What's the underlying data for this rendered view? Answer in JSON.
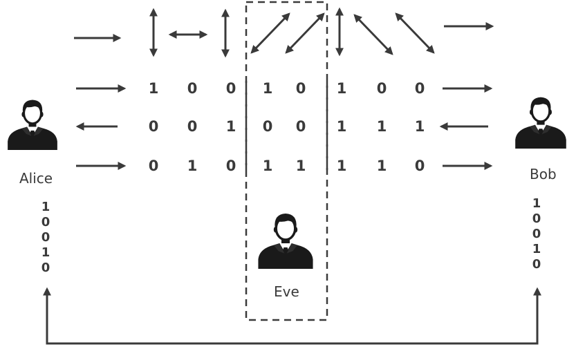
{
  "parties": {
    "alice": "Alice",
    "bob": "Bob",
    "eve": "Eve"
  },
  "photon_bases": [
    "rightward",
    "vertical",
    "horizontal",
    "vertical",
    "diagonal-up",
    "diagonal-up",
    "vertical",
    "diagonal-down",
    "diagonal-down",
    "rightward"
  ],
  "rows": [
    {
      "direction": "right",
      "bits": [
        "1",
        "0",
        "0",
        "1",
        "0",
        "1",
        "0",
        "0"
      ]
    },
    {
      "direction": "left",
      "bits": [
        "0",
        "0",
        "1",
        "0",
        "0",
        "1",
        "1",
        "1"
      ]
    },
    {
      "direction": "right",
      "bits": [
        "0",
        "1",
        "0",
        "1",
        "1",
        "1",
        "1",
        "0"
      ]
    }
  ],
  "alice_key": [
    "1",
    "0",
    "0",
    "1",
    "0"
  ],
  "bob_key": [
    "1",
    "0",
    "0",
    "1",
    "0"
  ],
  "colors": {
    "ink": "#3a3a3a",
    "person": "#1a1a1a",
    "background": "#ffffff"
  }
}
